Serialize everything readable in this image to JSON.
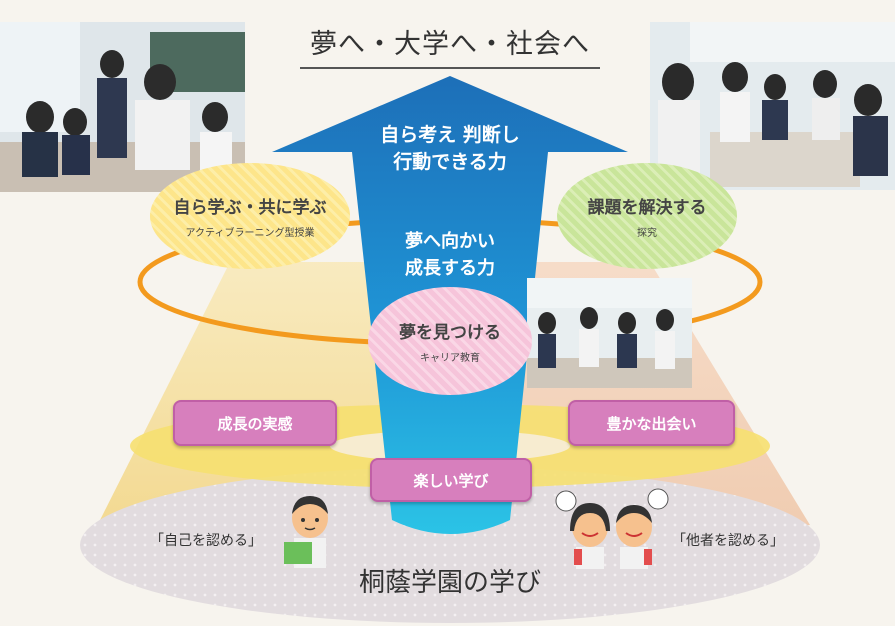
{
  "header": {
    "title": "夢へ・大学へ・社会へ"
  },
  "arrow": {
    "top_line1": "自ら考え 判断し",
    "top_line2": "行動できる力",
    "mid_line1": "夢へ向かい",
    "mid_line2": "成長する力"
  },
  "ellipses": {
    "left": {
      "title": "自ら学ぶ・共に学ぶ",
      "sub": "アクティブラーニング型授業"
    },
    "right": {
      "title": "課題を解決する",
      "sub": "探究"
    },
    "center": {
      "title": "夢を見つける",
      "sub": "キャリア教育"
    }
  },
  "pills": {
    "left": "成長の実感",
    "right": "豊かな出会い",
    "center": "楽しい学び"
  },
  "quotes": {
    "left": "「自己を認める」",
    "right": "「他者を認める」"
  },
  "footer": {
    "title": "桐蔭学園の学び"
  },
  "colors": {
    "arrow_top": "#1d6fb8",
    "arrow_bottom": "#2bc3e6",
    "orange_ring": "#f39a1e",
    "yellow_ring": "#f6e070",
    "pill": "#d77fbd"
  }
}
